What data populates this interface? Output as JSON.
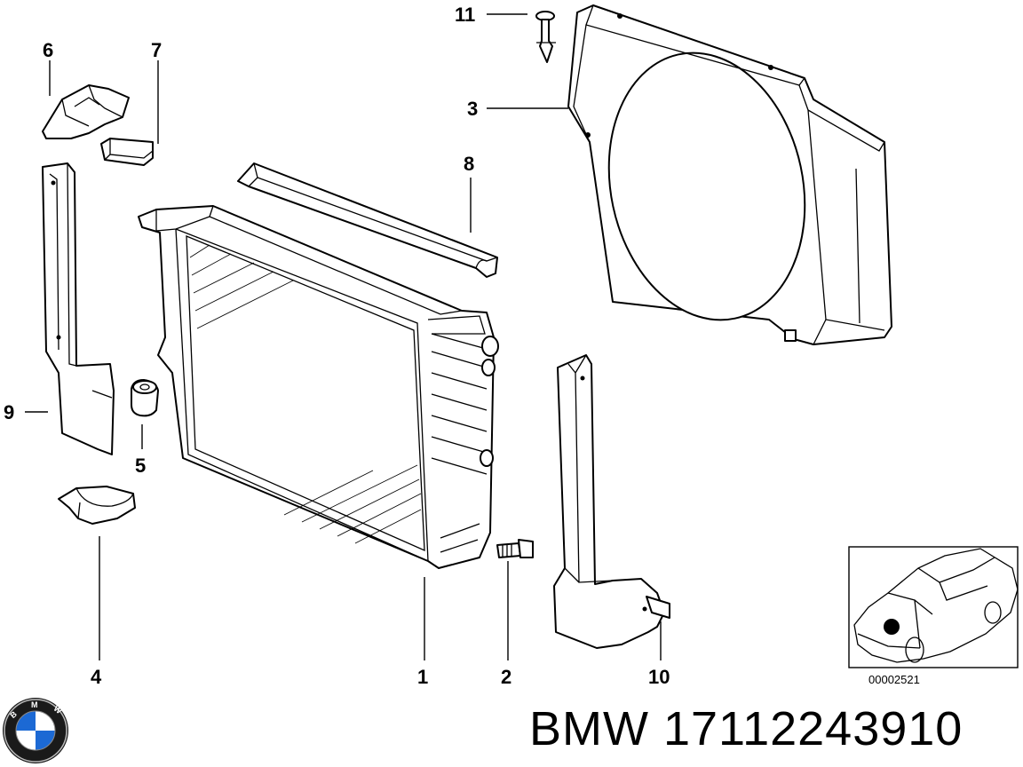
{
  "diagram": {
    "callouts": [
      {
        "id": "p1",
        "label": "1"
      },
      {
        "id": "p2",
        "label": "2"
      },
      {
        "id": "p3",
        "label": "3"
      },
      {
        "id": "p4",
        "label": "4"
      },
      {
        "id": "p5",
        "label": "5"
      },
      {
        "id": "p6",
        "label": "6"
      },
      {
        "id": "p7",
        "label": "7"
      },
      {
        "id": "p8",
        "label": "8"
      },
      {
        "id": "p9",
        "label": "9"
      },
      {
        "id": "p10",
        "label": "10"
      },
      {
        "id": "p11",
        "label": "11"
      }
    ],
    "reference_code": "00002521",
    "logo": {
      "letters": "BMW",
      "colors": {
        "blue": "#1c69d4",
        "black": "#000000",
        "white": "#ffffff"
      }
    }
  },
  "footer": {
    "brand": "BMW",
    "part_number": "17112243910"
  }
}
